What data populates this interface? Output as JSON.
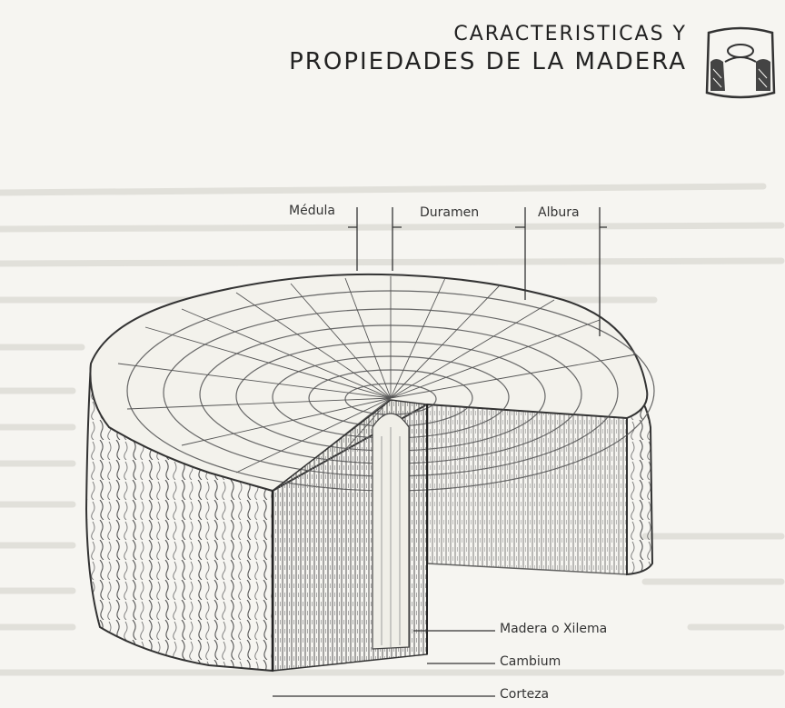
{
  "header": {
    "title_line1": "CARACTERISTICAS Y",
    "title_line2": "PROPIEDADES DE LA MADERA"
  },
  "diagram": {
    "top_labels": {
      "medula": "Médula",
      "duramen": "Duramen",
      "albura": "Albura"
    },
    "side_labels": {
      "xilema": "Madera o Xilema",
      "cambium": "Cambium",
      "corteza": "Corteza"
    }
  },
  "colors": {
    "ink": "#2a2a2a",
    "paper": "#f6f5f1",
    "faint": "#d9d8d2"
  },
  "icons": [
    "tree-logo-icon"
  ]
}
